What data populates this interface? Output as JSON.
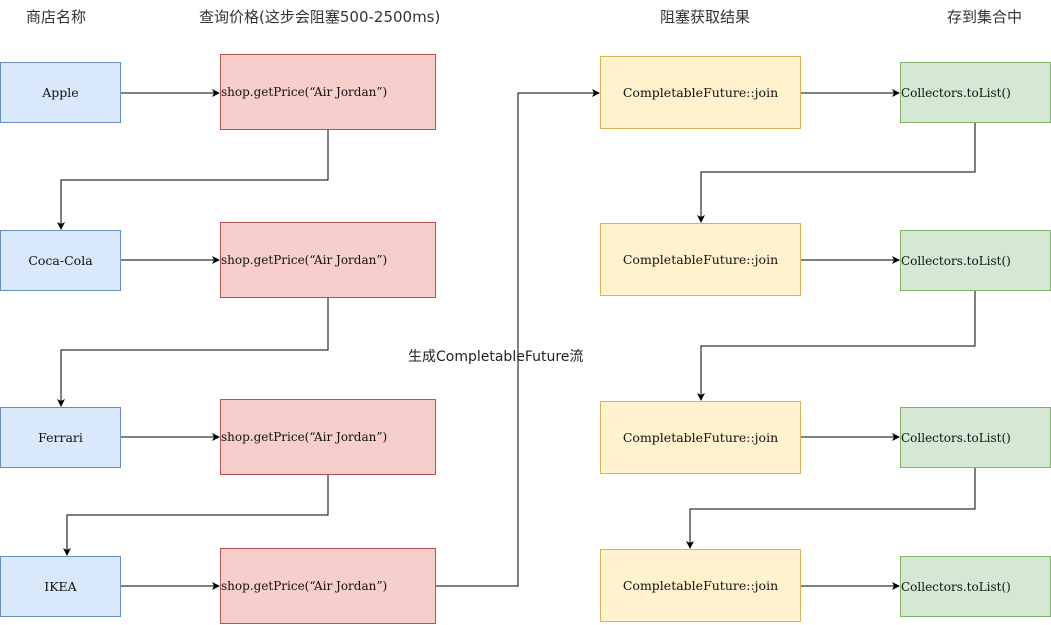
{
  "column_headers": {
    "store_name": "商店名称",
    "query_price": "查询价格(这步会阻塞500-2500ms)",
    "blocking_result": "阻塞获取结果",
    "collect": "存到集合中"
  },
  "stores": [
    {
      "name": "Apple",
      "price_call": "shop.getPrice(“Air Jordan”)",
      "join": "CompletableFuture::join",
      "collect": "Collectors.toList()"
    },
    {
      "name": "Coca-Cola",
      "price_call": "shop.getPrice(“Air Jordan”)",
      "join": "CompletableFuture::join",
      "collect": "Collectors.toList()"
    },
    {
      "name": "Ferrari",
      "price_call": "shop.getPrice(“Air Jordan”)",
      "join": "CompletableFuture::join",
      "collect": "Collectors.toList()"
    },
    {
      "name": "IKEA",
      "price_call": "shop.getPrice(“Air Jordan”)",
      "join": "CompletableFuture::join",
      "collect": "Collectors.toList()"
    }
  ],
  "annotation": "生成CompletableFuture流",
  "colors": {
    "store_fill": "#dae8fc",
    "store_stroke": "#6c8ebf",
    "price_fill": "#f8cecc",
    "price_stroke": "#b85450",
    "join_fill": "#fff2cc",
    "join_stroke": "#d6b656",
    "collect_fill": "#d5e8d4",
    "collect_stroke": "#82b366",
    "edge": "#000000"
  }
}
